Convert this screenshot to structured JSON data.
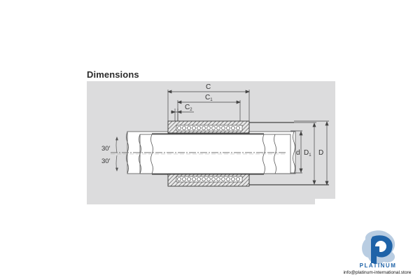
{
  "section": {
    "title": "Dimensions"
  },
  "diagram": {
    "type": "linear ball bearing cross-section",
    "dimension_labels": {
      "overall_length": "C",
      "inner_length": "C",
      "inner_length_sub": "1",
      "groove_offset": "C",
      "groove_offset_sub": "2",
      "bore": "d",
      "outer_diameter_1": "D",
      "outer_diameter_1_sub": "1",
      "outer_diameter": "D"
    },
    "angle_labels": {
      "upper": "30′",
      "lower": "30′"
    },
    "colors": {
      "panel_bg": "#dcdcdd",
      "line": "#4a4a4a",
      "shaft": "#ffffff"
    }
  },
  "watermark": {
    "brand": "PLATINUM",
    "email": "info@platinum-international.store",
    "brand_color": "#1f63a8",
    "swirl_color": "#9db8d6"
  }
}
